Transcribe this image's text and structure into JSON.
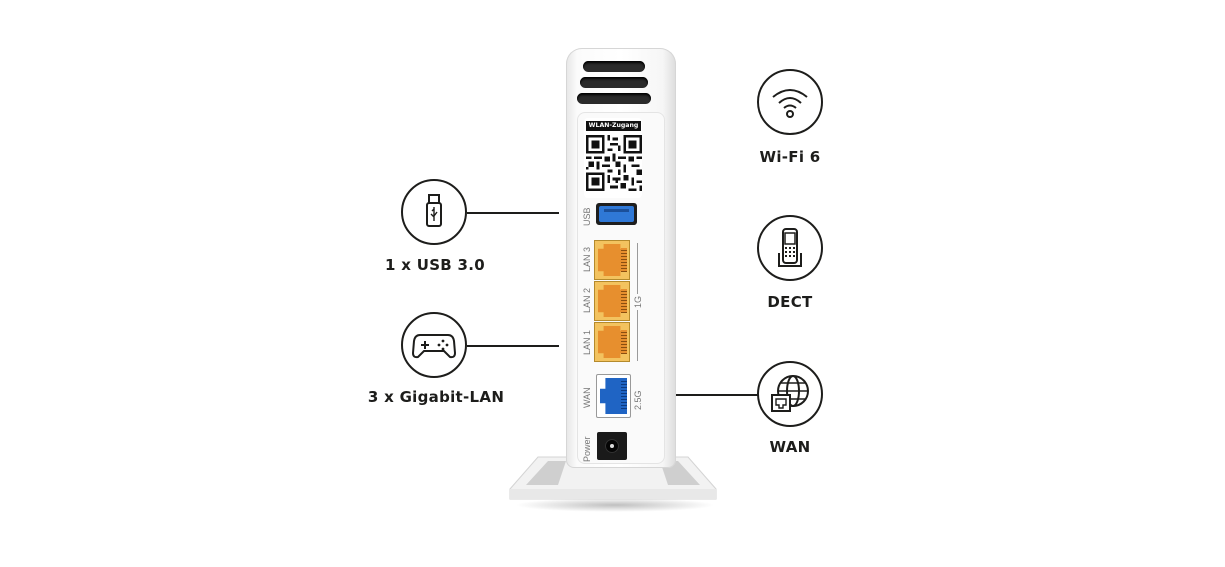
{
  "device": {
    "qr_label": "WLAN-Zugang",
    "ports": {
      "usb": "USB",
      "lan3": "LAN 3",
      "lan2": "LAN 2",
      "lan1": "LAN 1",
      "lan_speed": "1G",
      "wan": "WAN",
      "wan_speed": "2.5G",
      "power": "Power"
    },
    "colors": {
      "lan_port": "#f3c35f",
      "wan_port": "#1f64c4",
      "usb_port": "#2f78d6"
    }
  },
  "features": {
    "left": [
      {
        "icon": "usb-stick-icon",
        "label": "1 x USB 3.0"
      },
      {
        "icon": "gamepad-icon",
        "label": "3 x Gigabit-LAN"
      }
    ],
    "right": [
      {
        "icon": "wifi-icon",
        "label": "Wi-Fi 6"
      },
      {
        "icon": "dect-phone-icon",
        "label": "DECT"
      },
      {
        "icon": "globe-ethernet-icon",
        "label": "WAN"
      }
    ]
  }
}
